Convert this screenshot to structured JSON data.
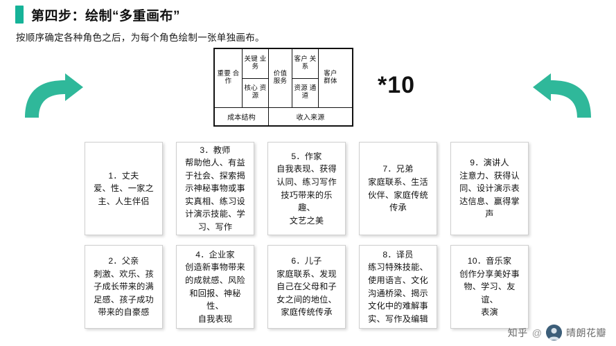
{
  "header": {
    "title": "第四步：绘制“多重画布”",
    "subtitle": "按顺序确定各种角色之后，为每个角色绘制一张单独画布。",
    "accent_color": "#16b398"
  },
  "bmc": {
    "cells": [
      "重要\n合作",
      "关键\n业务",
      "核心\n资源",
      "价值\n服务",
      "客户\n关系",
      "资源\n通道",
      "客户\n群体"
    ],
    "col1": "重要\n合作",
    "col2_top": "关键\n业务",
    "col2_bottom": "核心\n资源",
    "col3": "价值\n服务",
    "col4_top": "客户\n关系",
    "col4_bottom": "资源\n通道",
    "col5": "客户\n群体",
    "bottom_left": "成本结构",
    "bottom_right": "收入来源"
  },
  "multiplier": "*10",
  "cards": [
    {
      "id": "card-1",
      "text": "1．丈夫\n爱、性、一家之\n主、人生伴侣"
    },
    {
      "id": "card-3",
      "text": "3．教师\n帮助他人、有益\n于社会、探索揭\n示神秘事物或事\n实真相、练习设\n计演示技能、学\n习、写作"
    },
    {
      "id": "card-5",
      "text": "5．作家\n自我表现、获得\n认同、练习写作\n技巧带来的乐趣、\n文艺之美"
    },
    {
      "id": "card-7",
      "text": "7．兄弟\n家庭联系、生活\n伙伴、家庭传统\n传承"
    },
    {
      "id": "card-9",
      "text": "9．演讲人\n注意力、获得认\n同、设计演示表\n达信息、赢得掌\n声"
    },
    {
      "id": "card-2",
      "text": "2．父亲\n刺激、欢乐、孩\n子成长带来的满\n足感、孩子成功\n带来的自豪感"
    },
    {
      "id": "card-4",
      "text": "4．企业家\n创造新事物带来\n的成就感、风险\n和回报、神秘性、\n自我表现"
    },
    {
      "id": "card-6",
      "text": "6．儿子\n家庭联系、发现\n自己在父母和子\n女之间的地位、\n家庭传统传承"
    },
    {
      "id": "card-8",
      "text": "8．译员\n练习特殊技能、\n使用语言、文化\n沟通桥梁、揭示\n文化中的难解事\n实、写作及编辑"
    },
    {
      "id": "card-10",
      "text": "10．音乐家\n创作分享美好事\n物、学习、友谊、\n表演"
    }
  ],
  "watermark": {
    "brand": "知乎",
    "separator": "@",
    "user": "晴朗花瓣"
  }
}
